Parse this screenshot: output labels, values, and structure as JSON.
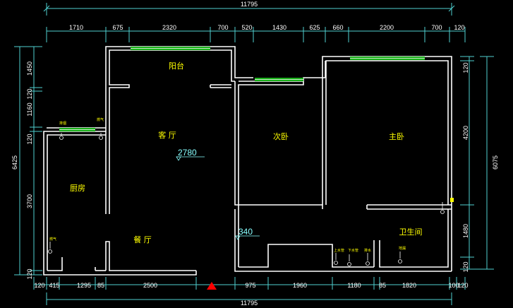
{
  "colors": {
    "background": "#000000",
    "wall": "#ffffff",
    "dimension": "#4fd0d0",
    "window": "#18b018",
    "room_label": "#ffff00",
    "marker": "#ff0000"
  },
  "dims": {
    "overall_top": "11795",
    "overall_bottom": "11795",
    "top_row": [
      "1710",
      "675",
      "2320",
      "700",
      "520",
      "1430",
      "625",
      "660",
      "2200",
      "700",
      "120"
    ],
    "bottom_row": [
      "120",
      "415",
      "1295",
      "85",
      "2500",
      "975",
      "1960",
      "1180",
      "85",
      "1820",
      "100",
      "120"
    ],
    "left_overall": "6425",
    "left_row": [
      "1450",
      "120",
      "1160",
      "120",
      "3700",
      "120"
    ],
    "right_overall": "6075",
    "right_row": [
      "120",
      "4200",
      "1480",
      "120"
    ]
  },
  "rooms": {
    "balcony": "阳台",
    "living": "客 厅",
    "second_bedroom": "次卧",
    "master_bedroom": "主卧",
    "kitchen": "厨房",
    "dining": "餐 厅",
    "bathroom": "卫生间"
  },
  "levels": {
    "level_1": "2780",
    "level_2": "340"
  },
  "fixtures": [
    "排烟",
    "燃气",
    "燃气",
    "上水管",
    "下水管",
    "排水",
    "地漏"
  ]
}
